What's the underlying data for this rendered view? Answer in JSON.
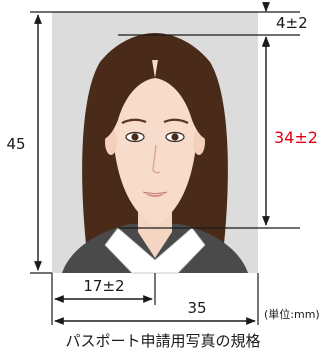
{
  "dimensions": {
    "height": "45",
    "top_margin": "4±2",
    "face_length": "34±2",
    "half_width": "17±2",
    "width": "35"
  },
  "unit_note": "(単位:mm)",
  "caption": "パスポート申請用写真の規格",
  "colors": {
    "photo_background": "#dcdcdc",
    "face_length_label": "#e60012",
    "lines": "#1a1a1a"
  }
}
